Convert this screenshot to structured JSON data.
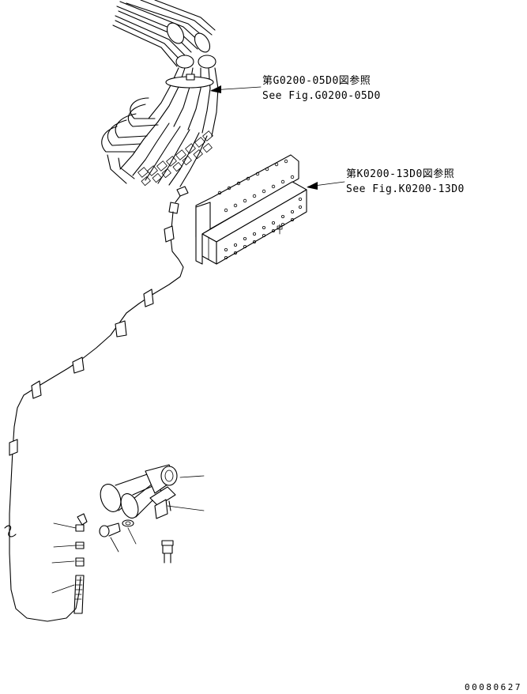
{
  "callouts": [
    {
      "id": "g0200",
      "jp": "第G0200-05D0図参照",
      "en": "See Fig.G0200-05D0"
    },
    {
      "id": "k0200",
      "jp": "第K0200-13D0図参照",
      "en": "See Fig.K0200-13D0"
    }
  ],
  "figure_number": "00080627"
}
